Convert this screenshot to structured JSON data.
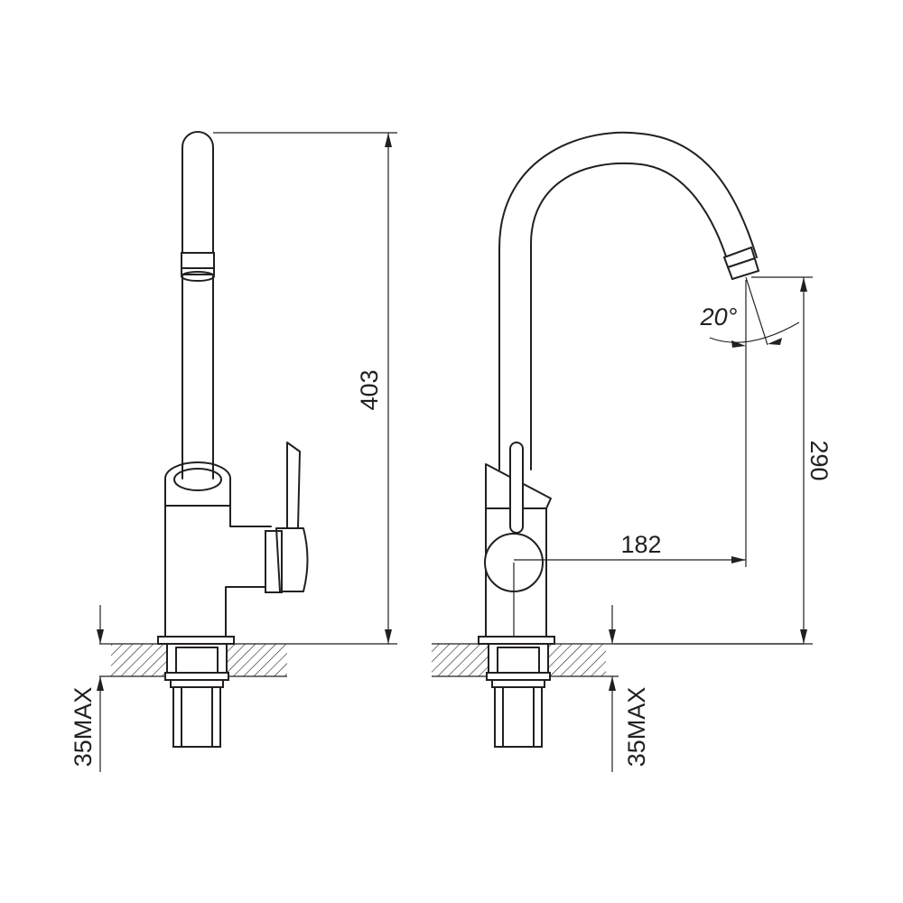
{
  "dimensions": {
    "height_total": "403",
    "spout_height": "290",
    "reach": "182",
    "angle": "20°",
    "mount_left": "35MAX",
    "mount_right": "35MAX"
  }
}
